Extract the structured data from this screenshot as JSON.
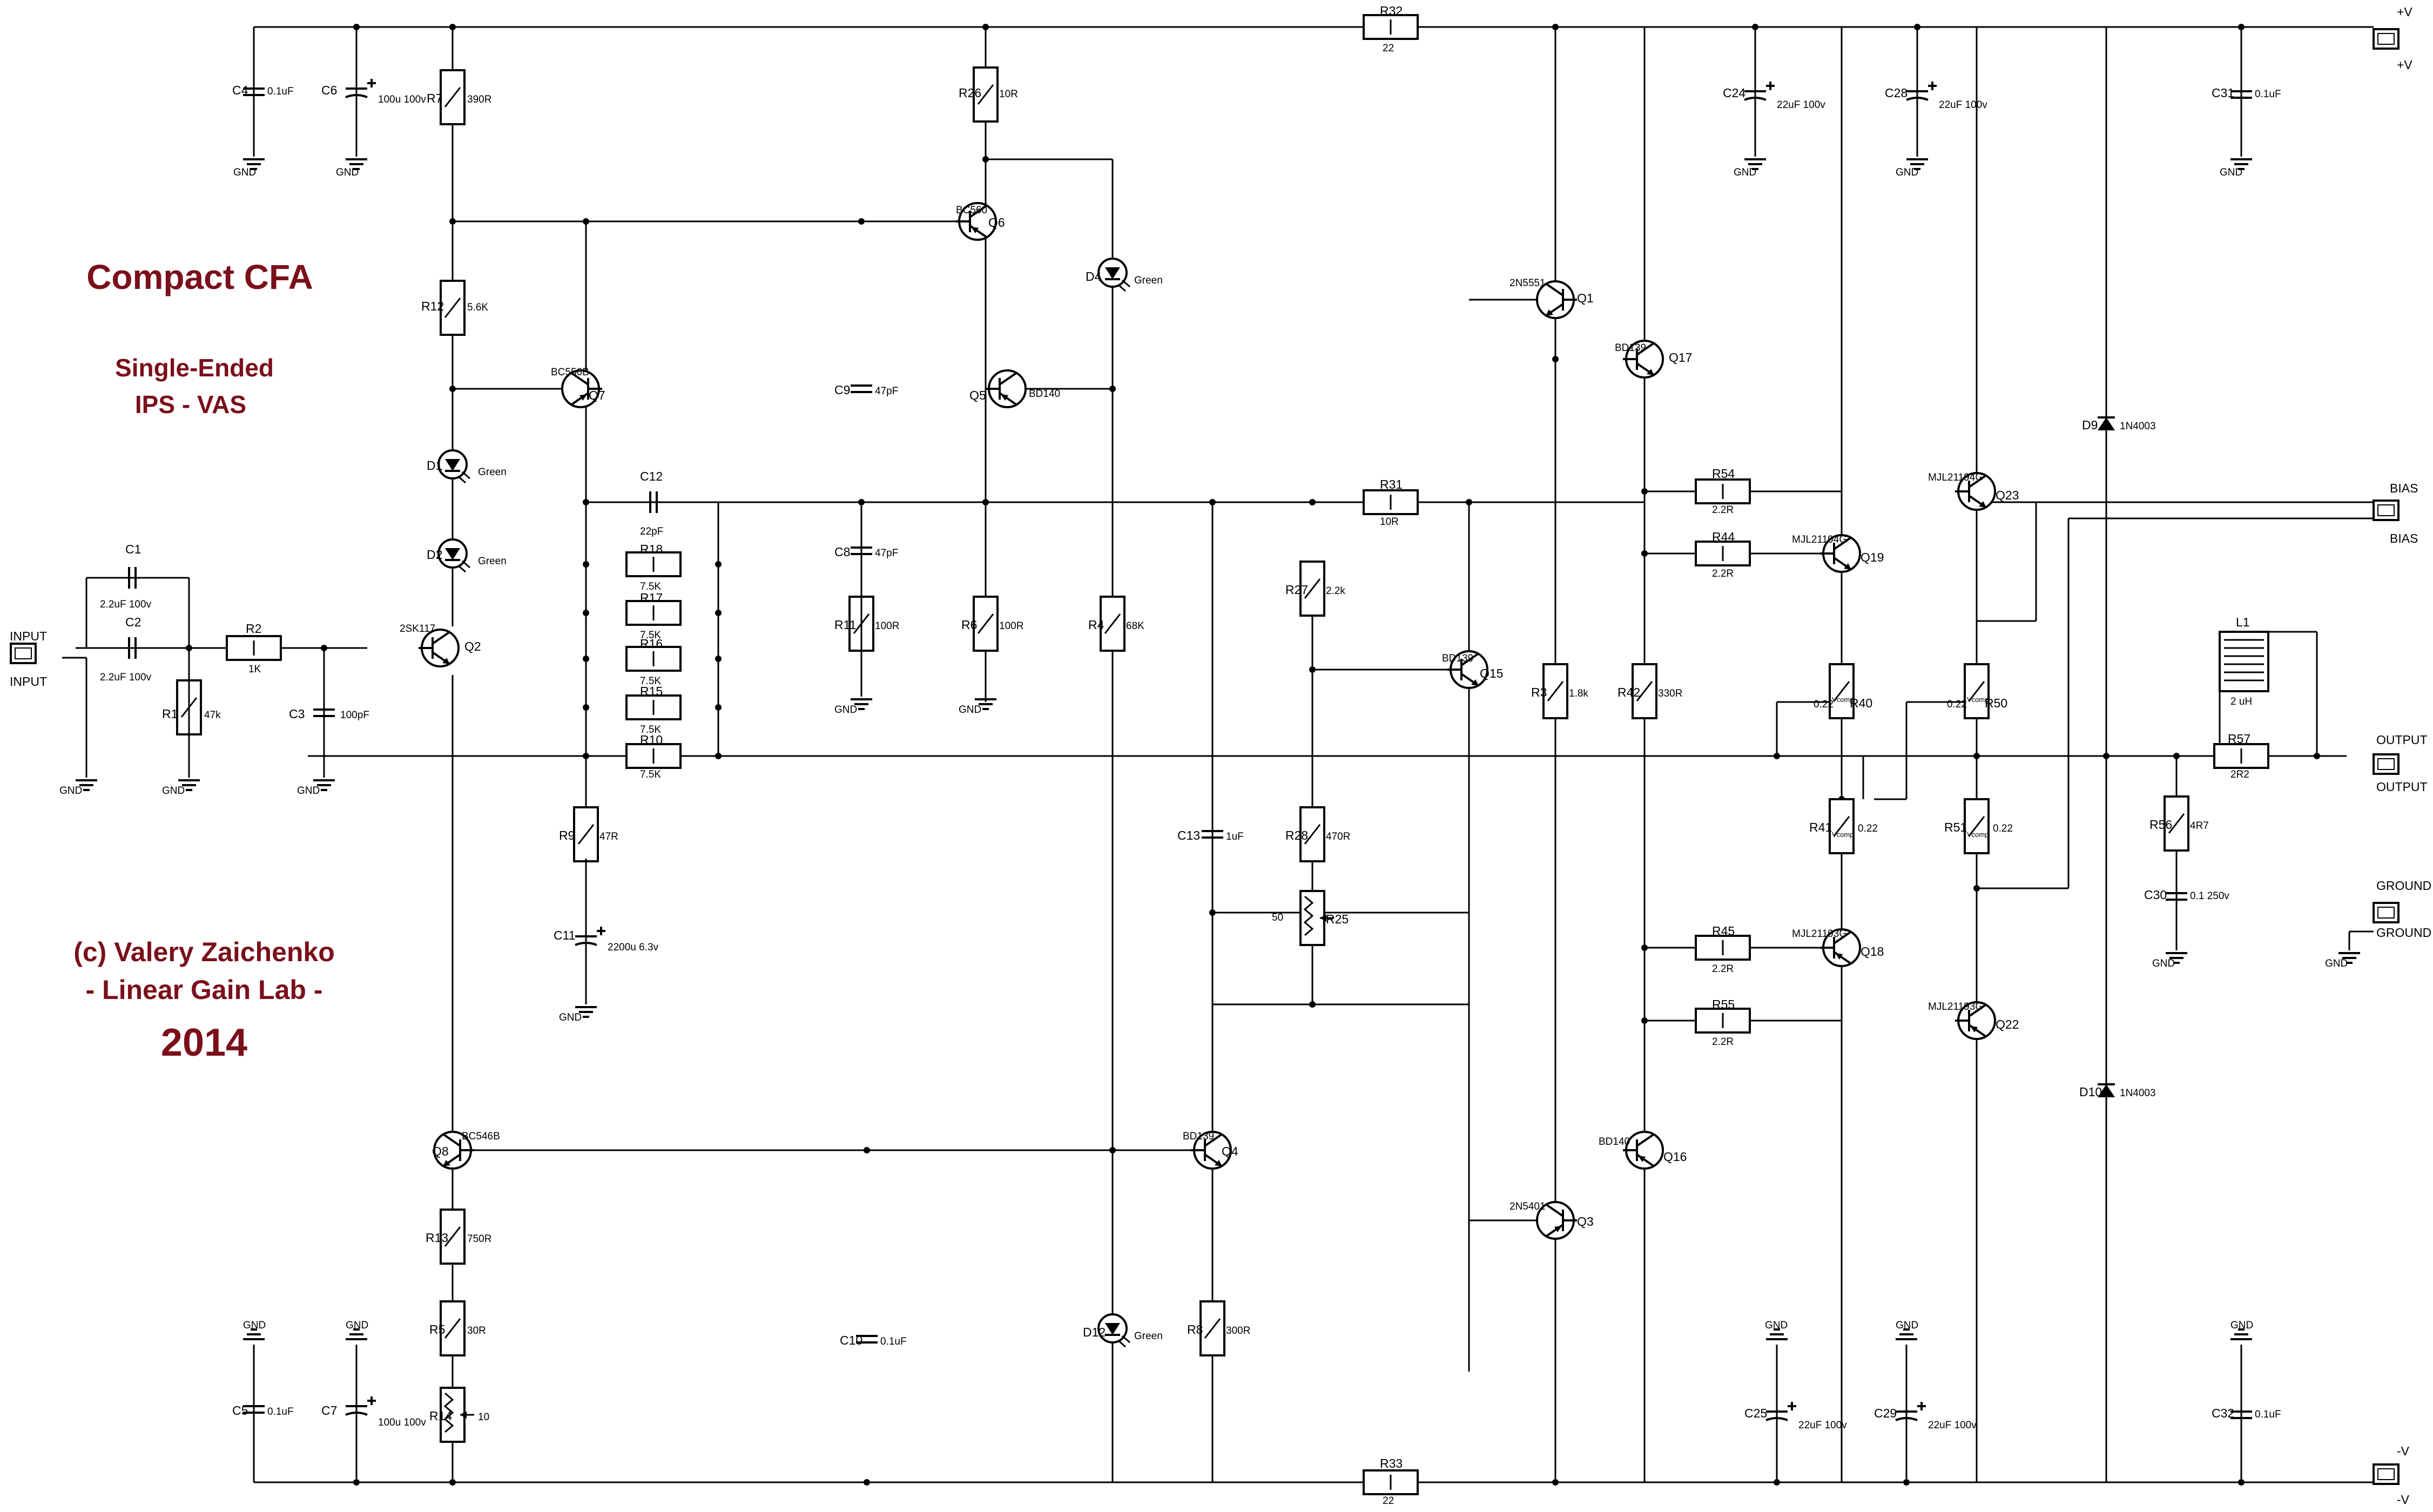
{
  "title": "Compact CFA",
  "subtitle_line1": "Single-Ended",
  "subtitle_line2": "IPS - VAS",
  "credit_line1": "(c) Valery Zaichenko",
  "credit_line2": "- Linear Gain Lab -",
  "year": "2014",
  "colors": {
    "title": "#7a0f1a",
    "line": "#000000",
    "background": "#ffffff"
  },
  "rails": {
    "pos": "+V",
    "neg": "-V"
  },
  "connectors": {
    "input": "INPUT",
    "bias": "BIAS",
    "output": "OUTPUT",
    "ground": "GROUND",
    "pos": "+V",
    "neg": "-V"
  },
  "gnd": "GND",
  "resistors": {
    "R1": {
      "ref": "R1",
      "value": "47k"
    },
    "R2": {
      "ref": "R2",
      "value": "1K"
    },
    "R3": {
      "ref": "R3",
      "value": "1.8k"
    },
    "R4": {
      "ref": "R4",
      "value": "68K"
    },
    "R5": {
      "ref": "R5",
      "value": "30R"
    },
    "R6": {
      "ref": "R6",
      "value": "100R"
    },
    "R7": {
      "ref": "R7",
      "value": "390R"
    },
    "R8": {
      "ref": "R8",
      "value": "300R"
    },
    "R9": {
      "ref": "R9",
      "value": "47R"
    },
    "R10": {
      "ref": "R10",
      "value": "7.5K"
    },
    "R11": {
      "ref": "R11",
      "value": "100R"
    },
    "R12": {
      "ref": "R12",
      "value": "5.6K"
    },
    "R13": {
      "ref": "R13",
      "value": "750R"
    },
    "R14": {
      "ref": "R14",
      "value": "10"
    },
    "R15": {
      "ref": "R15",
      "value": "7.5K"
    },
    "R16": {
      "ref": "R16",
      "value": "7.5K"
    },
    "R17": {
      "ref": "R17",
      "value": "7.5K"
    },
    "R18": {
      "ref": "R18",
      "value": "7.5K"
    },
    "R25": {
      "ref": "R25",
      "value": "50"
    },
    "R26": {
      "ref": "R26",
      "value": "10R"
    },
    "R27": {
      "ref": "R27",
      "value": "2.2k"
    },
    "R28": {
      "ref": "R28",
      "value": "470R"
    },
    "R31": {
      "ref": "R31",
      "value": "10R"
    },
    "R32": {
      "ref": "R32",
      "value": "22"
    },
    "R33": {
      "ref": "R33",
      "value": "22"
    },
    "R40": {
      "ref": "R40",
      "value": "0.22",
      "type": "Vcomp"
    },
    "R41": {
      "ref": "R41",
      "value": "0.22",
      "type": "Vcomp"
    },
    "R42": {
      "ref": "R42",
      "value": "330R"
    },
    "R44": {
      "ref": "R44",
      "value": "2.2R"
    },
    "R45": {
      "ref": "R45",
      "value": "2.2R"
    },
    "R50": {
      "ref": "R50",
      "value": "0.22",
      "type": "Vcomp"
    },
    "R51": {
      "ref": "R51",
      "value": "0.22",
      "type": "Vcomp"
    },
    "R54": {
      "ref": "R54",
      "value": "2.2R"
    },
    "R55": {
      "ref": "R55",
      "value": "2.2R"
    },
    "R56": {
      "ref": "R56",
      "value": "4R7"
    },
    "R57": {
      "ref": "R57",
      "value": "2R2"
    }
  },
  "capacitors": {
    "C1": {
      "ref": "C1",
      "value": "2.2uF 100v"
    },
    "C2": {
      "ref": "C2",
      "value": "2.2uF 100v"
    },
    "C3": {
      "ref": "C3",
      "value": "100pF"
    },
    "C4": {
      "ref": "C4",
      "value": "0.1uF"
    },
    "C5": {
      "ref": "C5",
      "value": "0.1uF"
    },
    "C6": {
      "ref": "C6",
      "value": "100u 100v"
    },
    "C7": {
      "ref": "C7",
      "value": "100u 100v"
    },
    "C8": {
      "ref": "C8",
      "value": "47pF"
    },
    "C9": {
      "ref": "C9",
      "value": "47pF"
    },
    "C10": {
      "ref": "C10",
      "value": "0.1uF"
    },
    "C11": {
      "ref": "C11",
      "value": "2200u 6.3v"
    },
    "C12": {
      "ref": "C12",
      "value": "22pF"
    },
    "C13": {
      "ref": "C13",
      "value": "1uF"
    },
    "C24": {
      "ref": "C24",
      "value": "22uF 100v"
    },
    "C25": {
      "ref": "C25",
      "value": "22uF 100v"
    },
    "C28": {
      "ref": "C28",
      "value": "22uF 100v"
    },
    "C29": {
      "ref": "C29",
      "value": "22uF 100v"
    },
    "C30": {
      "ref": "C30",
      "value": "0.1 250v"
    },
    "C31": {
      "ref": "C31",
      "value": "0.1uF"
    },
    "C32": {
      "ref": "C32",
      "value": "0.1uF"
    }
  },
  "transistors": {
    "Q1": {
      "ref": "Q1",
      "part": "2N5551"
    },
    "Q2": {
      "ref": "Q2",
      "part": "2SK117"
    },
    "Q3": {
      "ref": "Q3",
      "part": "2N5401"
    },
    "Q4": {
      "ref": "Q4",
      "part": "BD139"
    },
    "Q5": {
      "ref": "Q5",
      "part": "BD140"
    },
    "Q6": {
      "ref": "Q6",
      "part": "BC560"
    },
    "Q7": {
      "ref": "Q7",
      "part": "BC556B"
    },
    "Q8": {
      "ref": "Q8",
      "part": "BC546B"
    },
    "Q15": {
      "ref": "Q15",
      "part": "BD139"
    },
    "Q16": {
      "ref": "Q16",
      "part": "BD140"
    },
    "Q17": {
      "ref": "Q17",
      "part": "BD139"
    },
    "Q18": {
      "ref": "Q18",
      "part": "MJL21193G"
    },
    "Q19": {
      "ref": "Q19",
      "part": "MJL21194G"
    },
    "Q22": {
      "ref": "Q22",
      "part": "MJL21193G"
    },
    "Q23": {
      "ref": "Q23",
      "part": "MJL21194G"
    }
  },
  "diodes": {
    "D1": {
      "ref": "D1",
      "part": "Green"
    },
    "D2": {
      "ref": "D2",
      "part": "Green"
    },
    "D4": {
      "ref": "D4",
      "part": "Green"
    },
    "D9": {
      "ref": "D9",
      "part": "1N4003"
    },
    "D10": {
      "ref": "D10",
      "part": "1N4003"
    },
    "D12": {
      "ref": "D12",
      "part": "Green"
    }
  },
  "inductor": {
    "ref": "L1",
    "value": "2 uH"
  }
}
